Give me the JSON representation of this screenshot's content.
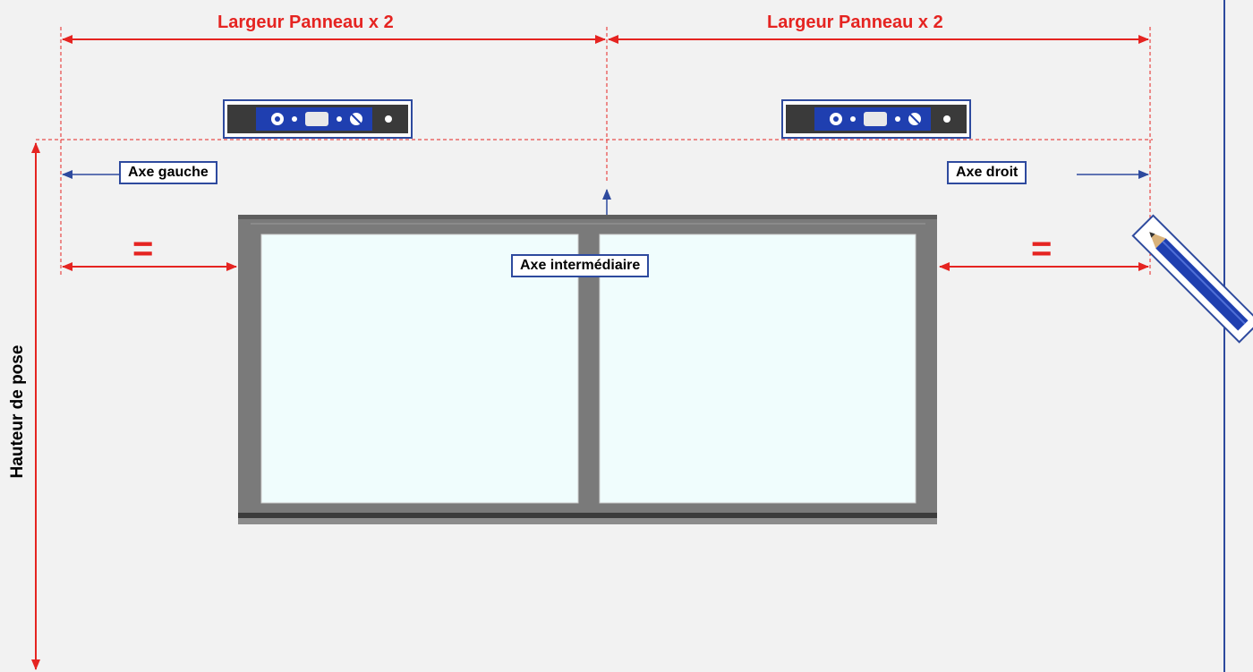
{
  "labels": {
    "width_left": "Largeur Panneau x 2",
    "width_right": "Largeur Panneau x 2",
    "axis_left": "Axe gauche",
    "axis_right": "Axe droit",
    "axis_middle": "Axe intermédiaire",
    "equal_left": "=",
    "equal_right": "=",
    "height": "Hauteur de pose"
  },
  "colors": {
    "dimension_red": "#e52421",
    "axis_blue": "#2e4a9e",
    "frame_grey": "#7a7a7a",
    "glass": "#f0fdfd",
    "wall": "#f2f2f2",
    "level_blue": "#1f3fb0"
  },
  "icons": [
    "spirit-level-icon",
    "pencil-icon"
  ]
}
